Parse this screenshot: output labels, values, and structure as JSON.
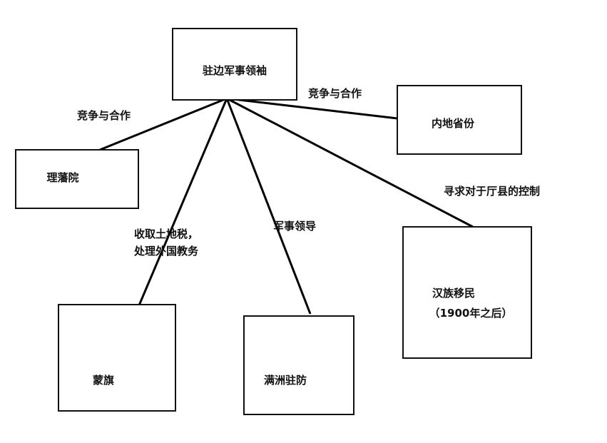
{
  "nodes": {
    "center": "驻边军事领袖",
    "inland": "内地省份",
    "lifanyuan": "理藩院",
    "mongol": "蒙旗",
    "manchu": "满洲驻防",
    "han_line1": "汉族移民",
    "han_line2": "（1900年之后）"
  },
  "edges": {
    "lifanyuan": "竞争与合作",
    "inland": "竞争与合作",
    "han": "寻求对于厅县的控制",
    "mongol_line1": "收取土地税，",
    "mongol_line2": "处理外国教务",
    "manchu": "军事领导"
  }
}
